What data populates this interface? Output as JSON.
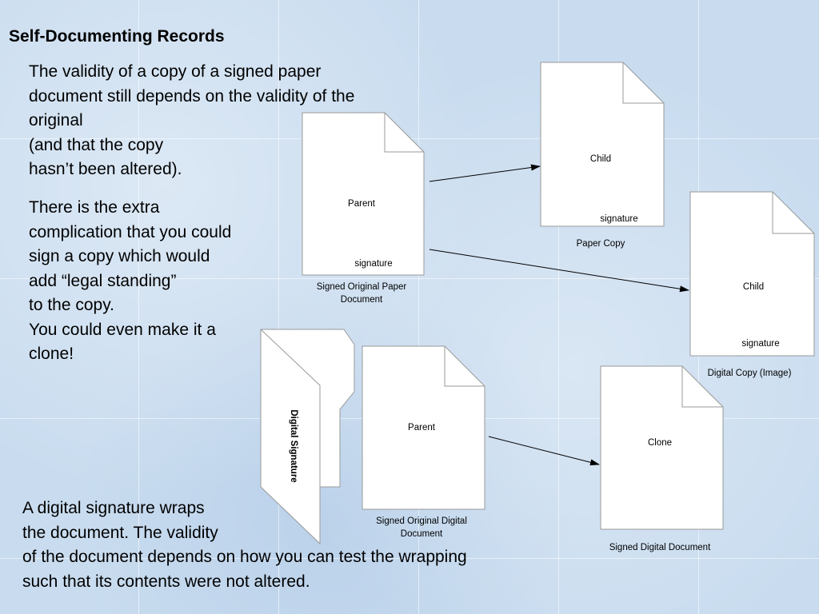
{
  "title": "Self-Documenting Records",
  "paragraph1": [
    "The validity of a copy of a signed paper",
    "document still depends on the validity of the",
    "original",
    "(and that the copy",
    "hasn’t been altered)."
  ],
  "paragraph2": [
    "There is the extra",
    "complication that you could",
    "sign a copy which would",
    "add “legal standing”",
    "to the copy.",
    "You could even make it a",
    "clone!"
  ],
  "paragraph3": [
    "A digital signature wraps",
    "the document. The validity",
    "of the document depends on how you can test the wrapping",
    "such that its contents were not altered."
  ],
  "diagram": {
    "parent_paper": {
      "inner": "Parent",
      "signature": "signature",
      "caption1": "Signed Original Paper",
      "caption2": "Document"
    },
    "child_paper": {
      "inner": "Child",
      "signature": "signature",
      "caption": "Paper Copy"
    },
    "child_image": {
      "inner": "Child",
      "signature": "signature",
      "caption": "Digital Copy (Image)"
    },
    "wrapper": {
      "label": "Digital Signature"
    },
    "parent_digital": {
      "inner": "Parent",
      "caption1": "Signed Original Digital",
      "caption2": "Document"
    },
    "clone": {
      "inner": "Clone",
      "caption": "Signed Digital Document"
    }
  }
}
